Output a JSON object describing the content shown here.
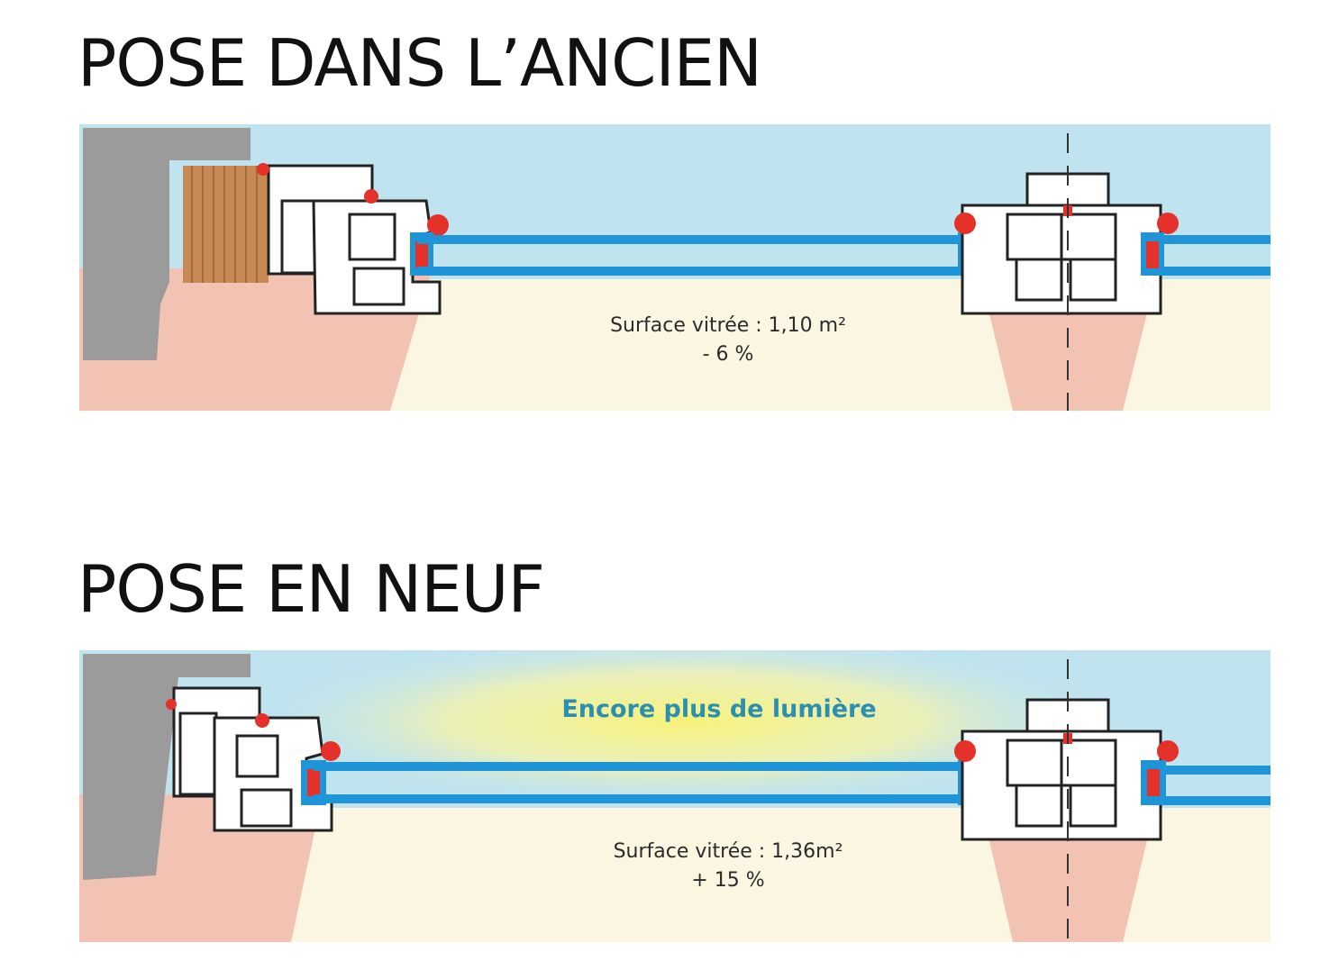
{
  "colors": {
    "sky": "#bfe3ef",
    "floor": "#fbf6e2",
    "reveal": "#f2c3b2",
    "wall": "#9b9b9b",
    "wood": "#c78a55",
    "glass": "#1f95d8",
    "seal": "#e4322b",
    "light_glow": "#f7f27a",
    "highlight_text": "#2d8fb0"
  },
  "sections": [
    {
      "title": "POSE DANS L’ANCIEN",
      "surface_label": "Surface vitrée : 1,10 m²",
      "change_label": "- 6 %",
      "surface_m2": 1.1,
      "change_percent": -6
    },
    {
      "title": "POSE EN NEUF",
      "highlight": "Encore plus de lumière",
      "surface_label": "Surface vitrée : 1,36m²",
      "change_label": "+ 15 %",
      "surface_m2": 1.36,
      "change_percent": 15
    }
  ]
}
